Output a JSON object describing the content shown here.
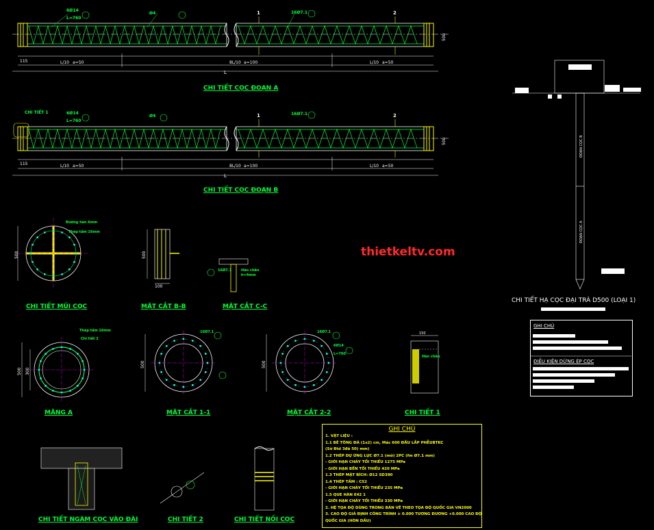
{
  "watermark": "thietkeltv.com",
  "drawings": {
    "doan_a": {
      "title": "CHI TIẾT CỌC ĐOẠN A"
    },
    "doan_b": {
      "title": "CHI TIẾT CỌC ĐOẠN B"
    },
    "mui_coc": {
      "title": "CHI TIẾT MŨI CỌC"
    },
    "mat_cat_bb": {
      "title": "MẶT CẮT B-B"
    },
    "mat_cat_cc": {
      "title": "MẶT CẮT C-C"
    },
    "mang_a": {
      "title": "MĂNG A"
    },
    "mat_cat_11": {
      "title": "MẶT CẮT 1-1"
    },
    "mat_cat_22": {
      "title": "MẶT CẮT 2-2"
    },
    "chi_tiet_1": {
      "title": "CHI TIẾT 1"
    },
    "ngam_coc": {
      "title": "CHI TIẾT NGÀM CỌC VÀO ĐÀI"
    },
    "chi_tiet_2": {
      "title": "CHI TIẾT 2"
    },
    "noi_coc": {
      "title": "CHI TIẾT NỐI CỌC"
    }
  },
  "pile_labels": {
    "length": "L",
    "seg_left": "L/10",
    "seg_mid": "8L/10",
    "seg_right": "L/10",
    "spacing_left": "a=50",
    "spacing_mid": "a=100",
    "spacing_right": "a=50",
    "dim_end": "115",
    "dim_width": "500",
    "bar_main": "6Ø14",
    "bar_len": "L=760",
    "bar_spiral": "Ø4",
    "bar_long": "16Ø7.1",
    "sec_1": "1",
    "sec_2": "2",
    "detail_1": "CHI TIẾT 1"
  },
  "section_labels": {
    "d500": "500",
    "d300": "300",
    "d100": "100",
    "d150": "150",
    "bar_1": "16Ø7.1",
    "bar_2": "Ø4",
    "bar_3": "6Ø14",
    "bar_len": "L=760",
    "steel_plate": "Thép tấm 16mm",
    "weld": "Đường hàn 6mm",
    "detail2": "Chi tiết 2",
    "hole": "Hàn chân",
    "hole2": "h=4mm"
  },
  "notes": {
    "title": "GHI CHÚ",
    "lines": [
      "1. VẬT LIỆU :",
      "  1.1 BÊ TÔNG ĐÁ (1x2) cm, Mác 600 ĐẦU LẮP PHỄUBTKC",
      "  (Sờ Btd 3đá 50) mm)",
      "  1.2 THÉP DỰ ỨNG LỰC Ø7.1 (mờ) 2PC (fm Ø7.1 mm)",
      "       - GIỚI HẠN CHẢY TỐI THIỂU 1275 MPa",
      "       - GIỚI HẠN BỀN TỐI THIỂU 420 MPa",
      "  1.3 THÉP MẶT BÍCH: Ø12 SD390",
      "  1.4 THÉP TẤM : C52",
      "       - GIỚI HẠN CHẢY TỐI THIỂU 235 MPa",
      "  1.5 QUE HÀN E42 1",
      "       - GIỚI HẠN CHẢY TỐI THIỂU 330 MPa",
      "2. HỆ TỌA ĐỘ DÙNG TRONG BẢN VẼ THEO TỌA ĐỘ QUỐC GIA VN2000",
      "3. CAO ĐỘ GIẢ ĐỊNH CÔNG TRÌNH ± 0.000 TƯƠNG ĐƯƠNG +0.000 CAO ĐỘ",
      "QUỐC GIA (HÒN DẤU)"
    ]
  },
  "pile_drive": {
    "title": "CHI TIẾT HẠ CỌC ĐẠI TRÀ D500 (LOẠI 1)",
    "seg_b": "ĐOẠN CỌC B",
    "seg_a": "ĐOẠN CỌC A"
  },
  "legend": {
    "h1": "GHI CHÚ",
    "h2": "ĐIỀU KIỆN DỪNG ÉP CỌC"
  },
  "colors": {
    "green": "#00ff3c",
    "yellow": "#ffff00",
    "white": "#ffffff",
    "cyan": "#00ffff",
    "red": "#ff2a2a",
    "magenta": "#ff00ff"
  }
}
